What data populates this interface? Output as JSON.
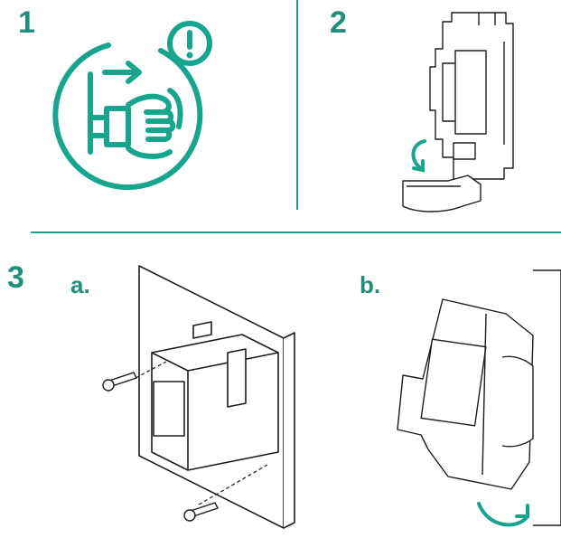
{
  "colors": {
    "accent": "#17a58e",
    "ink": "#1d1d1b",
    "step": "#1f8f7c"
  },
  "steps": [
    {
      "number": "1",
      "icon": "unplug-warning-icon"
    },
    {
      "number": "2",
      "icon": "remove-clip-icon"
    },
    {
      "number": "3",
      "icon": "wall-mount-icon",
      "substeps": [
        {
          "label": "a."
        },
        {
          "label": "b."
        }
      ]
    }
  ]
}
